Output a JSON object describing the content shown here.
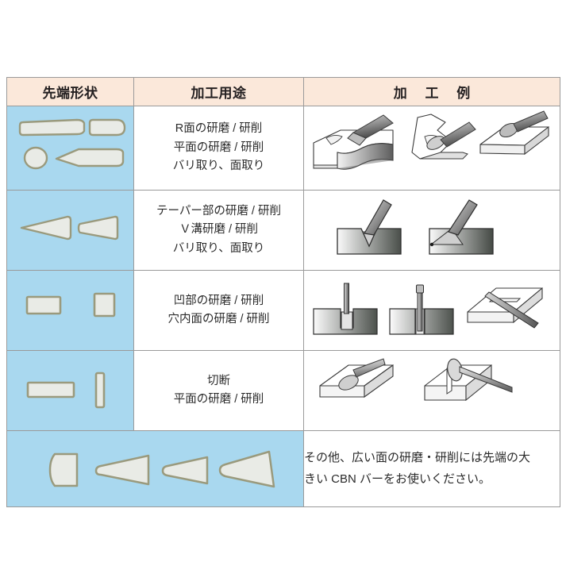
{
  "table": {
    "headers": [
      {
        "label": "先端形状",
        "name": "header-tip-shape"
      },
      {
        "label": "加工用途",
        "name": "header-machining-use"
      },
      {
        "label": "加 工 例",
        "name": "header-machining-example"
      }
    ],
    "rows": [
      {
        "id": "row-1",
        "shapes": [
          "tapered-flat-bar",
          "round-end-rectangle",
          "ball",
          "bullet-cone"
        ],
        "uses": [
          "R面の研磨 / 研削",
          "平面の研磨 / 研削",
          "バリ取り、面取り"
        ],
        "examples": [
          "grinding-curved-surface",
          "grinding-v-block-inner",
          "grinding-flat-plate"
        ]
      },
      {
        "id": "row-2",
        "shapes": [
          "long-taper-cone",
          "short-taper-cone"
        ],
        "uses": [
          "テーパー部の研磨 / 研削",
          "Ｖ溝研磨 / 研削",
          "バリ取り、面取り"
        ],
        "examples": [
          "v-groove-cut-section",
          "chamfer-cut-section"
        ]
      },
      {
        "id": "row-3",
        "shapes": [
          "wide-rectangle",
          "square-block"
        ],
        "uses": [
          "凹部の研磨 / 研削",
          "穴内面の研磨 / 研削"
        ],
        "examples": [
          "recess-grinding-section",
          "bore-grinding-section",
          "slot-bar-isometric"
        ]
      },
      {
        "id": "row-4",
        "shapes": [
          "thin-wide-bar",
          "thin-vertical-bar"
        ],
        "uses": [
          "切断",
          "平面の研磨 / 研削"
        ],
        "examples": [
          "cylindrical-bar-on-plate",
          "cutting-wheel-on-plate"
        ]
      }
    ],
    "bottom_row": {
      "id": "row-5",
      "shapes": [
        "wide-block",
        "long-taper",
        "medium-taper",
        "wide-taper"
      ],
      "note_lines": [
        "その他、広い面の研磨・研削には先端の大",
        "きい CBN バーをお使いください。"
      ]
    }
  },
  "colors": {
    "header_bg": "#fbe8da",
    "shape_cell_bg": "#a9d8ef",
    "cell_bg": "#ffffff",
    "border": "#9a9a9a",
    "shape_fill": "#e9ebe6",
    "shape_stroke": "#9a9a7d",
    "text": "#2a2a2a",
    "page_bg": "#ffffff"
  }
}
